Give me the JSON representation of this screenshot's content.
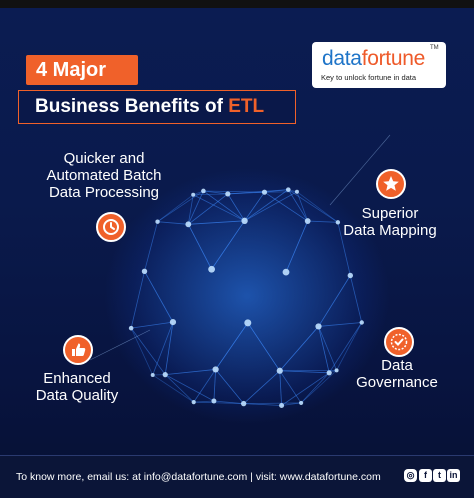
{
  "badge": {
    "text": "4 Major"
  },
  "heading": {
    "main": "Business Benefits of ",
    "accent": "ETL"
  },
  "logo": {
    "word_part1": "data",
    "word_part2": "fortune",
    "tm": "TM",
    "tagline": "Key to unlock fortune in data"
  },
  "benefits": [
    {
      "line1": "Quicker and",
      "line2": "Automated Batch",
      "line3": "Data Processing",
      "icon": "clock-icon"
    },
    {
      "line1": "Superior",
      "line2": "Data Mapping",
      "icon": "star-icon"
    },
    {
      "line1": "Enhanced",
      "line2": "Data Quality",
      "icon": "thumbs-up-icon"
    },
    {
      "line1": "Data",
      "line2": "Governance",
      "icon": "shield-check-icon"
    }
  ],
  "footer": {
    "text": "To know more, email us: at info@datafortune.com | visit: www.datafortune.com",
    "social": [
      "instagram-icon",
      "facebook-icon",
      "twitter-icon",
      "linkedin-icon"
    ],
    "social_glyphs": [
      "◎",
      "f",
      "t",
      "in"
    ]
  },
  "colors": {
    "accent": "#f0612a",
    "background": "#0b1c52",
    "globe": "#3d8bff",
    "logo_blue": "#1e74c8"
  }
}
